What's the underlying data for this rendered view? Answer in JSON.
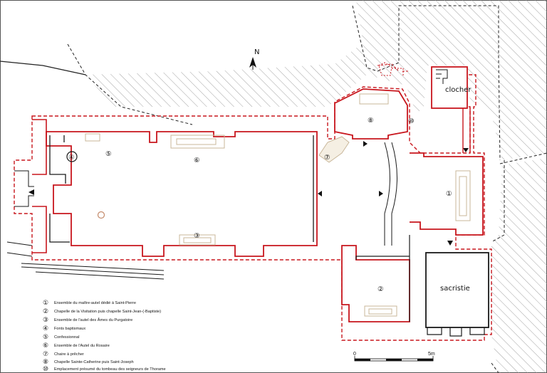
{
  "north_label": "N",
  "rooms": {
    "clocher": "clocher",
    "sacristie": "sacristie"
  },
  "markers": {
    "m1": "①",
    "m2": "②",
    "m3": "③",
    "m4": "④",
    "m5": "⑤",
    "m6": "⑥",
    "m7": "⑦",
    "m8": "⑧",
    "m10": "⑩"
  },
  "legend": [
    {
      "num": "①",
      "text": "Ensemble du maître-autel dédié à Saint-Pierre"
    },
    {
      "num": "②",
      "text": "Chapelle de la Visitation puis chapelle Saint-Jean-(-Baptiste)"
    },
    {
      "num": "③",
      "text": "Ensemble de l'autel des Âmes du Purgatoire"
    },
    {
      "num": "④",
      "text": "Fonts baptismaux"
    },
    {
      "num": "⑤",
      "text": "Confessionnal"
    },
    {
      "num": "⑥",
      "text": "Ensemble de l'Autel du Rosaire"
    },
    {
      "num": "⑦",
      "text": "Chaire à prêcher"
    },
    {
      "num": "⑧",
      "text": "Chapelle Sainte-Catherine puis Saint-Joseph"
    },
    {
      "num": "⑩",
      "text": "Emplacement présumé du tombeau des seigneurs de Thorame"
    }
  ],
  "scale": {
    "start": "0",
    "end": "5m"
  },
  "colors": {
    "outline": "#c8161d",
    "walls": "#1a1a1a",
    "furniture": "#c9b79a",
    "hatch": "#9a9a9a"
  }
}
